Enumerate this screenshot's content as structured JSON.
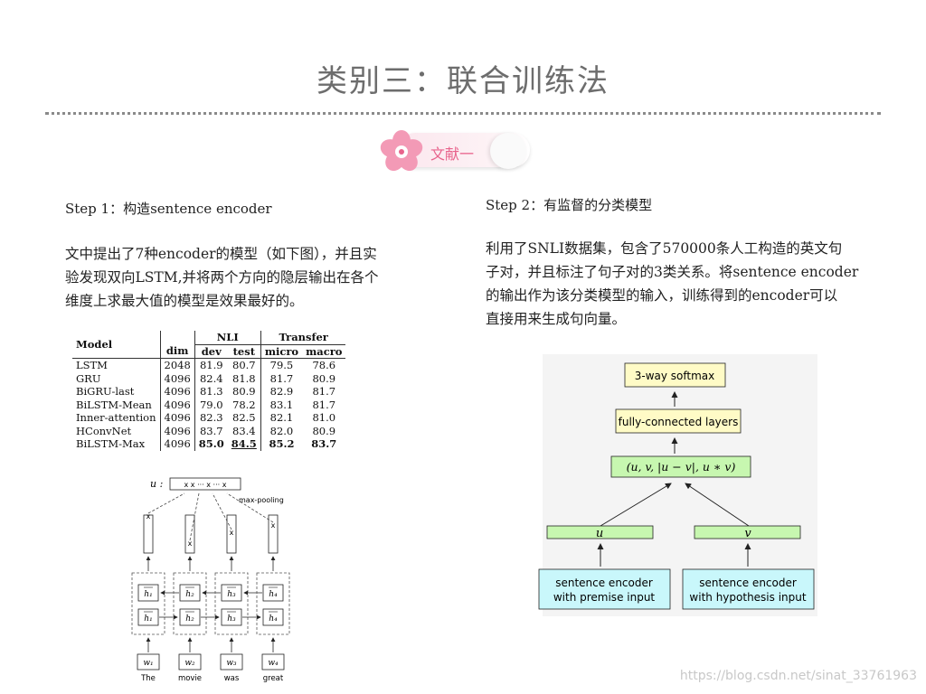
{
  "slide": {
    "title": "类别三：联合训练法",
    "badge_label": "文献一",
    "watermark": "https://blog.csdn.net/sinat_33761963"
  },
  "left": {
    "step_title": "Step 1：构造sentence encoder",
    "paragraph_lines": [
      "文中提出了7种encoder的模型（如下图），并且实",
      "验发现双向LSTM,并将两个方向的隐层输出在各个",
      "维度上求最大值的模型是效果最好的。"
    ]
  },
  "right": {
    "step_title": "Step 2：有监督的分类模型",
    "paragraph_lines": [
      "利用了SNLI数据集，包含了570000条人工构造的英文句",
      "子对，并且标注了句子对的3类关系。将sentence encoder",
      "的输出作为该分类模型的输入，训练得到的encoder可以",
      "直接用来生成句向量。"
    ]
  },
  "table": {
    "header": {
      "model": "Model",
      "dim": "dim",
      "nli": "NLI",
      "dev": "dev",
      "test": "test",
      "transfer": "Transfer",
      "micro": "micro",
      "macro": "macro"
    },
    "rows": [
      {
        "model": "LSTM",
        "dim": "2048",
        "dev": "81.9",
        "test": "80.7",
        "micro": "79.5",
        "macro": "78.6"
      },
      {
        "model": "GRU",
        "dim": "4096",
        "dev": "82.4",
        "test": "81.8",
        "micro": "81.7",
        "macro": "80.9"
      },
      {
        "model": "BiGRU-last",
        "dim": "4096",
        "dev": "81.3",
        "test": "80.9",
        "micro": "82.9",
        "macro": "81.7"
      },
      {
        "model": "BiLSTM-Mean",
        "dim": "4096",
        "dev": "79.0",
        "test": "78.2",
        "micro": "83.1",
        "macro": "81.7"
      },
      {
        "model": "Inner-attention",
        "dim": "4096",
        "dev": "82.3",
        "test": "82.5",
        "micro": "82.1",
        "macro": "81.0"
      },
      {
        "model": "HConvNet",
        "dim": "4096",
        "dev": "83.7",
        "test": "83.4",
        "micro": "82.0",
        "macro": "80.9"
      },
      {
        "model": "BiLSTM-Max",
        "dim": "4096",
        "dev": "85.0",
        "test": "84.5",
        "micro": "85.2",
        "macro": "83.7"
      }
    ]
  },
  "bilstm_diagram": {
    "u_label": "u :",
    "u_vector": "x  x ··· x ··· x",
    "pool_label": "max-pooling",
    "x_mark": "x",
    "h_backward": [
      "h₁",
      "h₂",
      "h₃",
      "h₄"
    ],
    "h_forward": [
      "h₁",
      "h₂",
      "h₃",
      "h₄"
    ],
    "w_inputs": [
      "w₁",
      "w₂",
      "w₃",
      "w₄"
    ],
    "words": [
      "The",
      "movie",
      "was",
      "great"
    ]
  },
  "nli_diagram": {
    "softmax": "3-way softmax",
    "fc": "fully-connected layers",
    "concat": "(u, v, |u − v|, u ∗ v)",
    "u": "u",
    "v": "v",
    "premise_line1": "sentence encoder",
    "premise_line2": "with premise input",
    "hyp_line1": "sentence encoder",
    "hyp_line2": "with hypothesis input",
    "colors": {
      "yellow": "#fffbc6",
      "green": "#c7f7b0",
      "cyan": "#c9f7fb"
    }
  }
}
